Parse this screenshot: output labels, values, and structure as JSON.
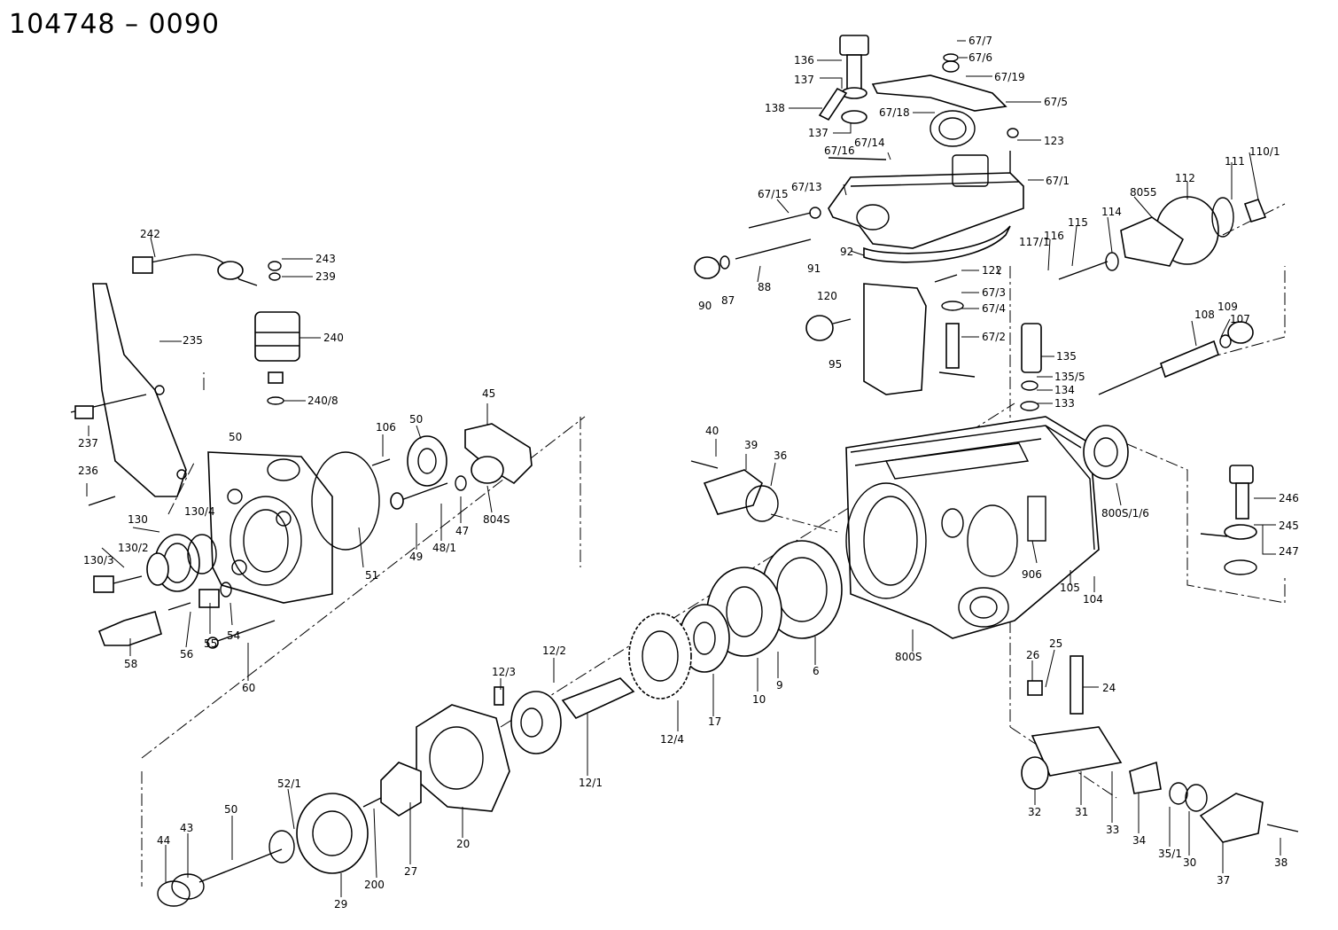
{
  "drawing_number": "104748 – 0090",
  "callouts": [
    {
      "id": "c-67-7",
      "text": "67/7"
    },
    {
      "id": "c-136",
      "text": "136"
    },
    {
      "id": "c-67-6",
      "text": "67/6"
    },
    {
      "id": "c-137a",
      "text": "137"
    },
    {
      "id": "c-67-19",
      "text": "67/19"
    },
    {
      "id": "c-67-5",
      "text": "67/5"
    },
    {
      "id": "c-138",
      "text": "138"
    },
    {
      "id": "c-67-18",
      "text": "67/18"
    },
    {
      "id": "c-137b",
      "text": "137"
    },
    {
      "id": "c-123",
      "text": "123"
    },
    {
      "id": "c-67-14",
      "text": "67/14"
    },
    {
      "id": "c-67-16",
      "text": "67/16"
    },
    {
      "id": "c-67-1",
      "text": "67/1"
    },
    {
      "id": "c-110-1",
      "text": "110/1"
    },
    {
      "id": "c-111",
      "text": "111"
    },
    {
      "id": "c-112",
      "text": "112"
    },
    {
      "id": "c-8055",
      "text": "8055"
    },
    {
      "id": "c-67-15",
      "text": "67/15"
    },
    {
      "id": "c-67-13",
      "text": "67/13"
    },
    {
      "id": "c-114",
      "text": "114"
    },
    {
      "id": "c-115",
      "text": "115"
    },
    {
      "id": "c-116",
      "text": "116"
    },
    {
      "id": "c-117-1",
      "text": "117/1"
    },
    {
      "id": "c-242",
      "text": "242"
    },
    {
      "id": "c-243",
      "text": "243"
    },
    {
      "id": "c-239",
      "text": "239"
    },
    {
      "id": "c-92",
      "text": "92"
    },
    {
      "id": "c-91",
      "text": "91"
    },
    {
      "id": "c-122",
      "text": "122"
    },
    {
      "id": "c-67-3",
      "text": "67/3"
    },
    {
      "id": "c-88",
      "text": "88"
    },
    {
      "id": "c-87",
      "text": "87"
    },
    {
      "id": "c-90",
      "text": "90"
    },
    {
      "id": "c-120",
      "text": "120"
    },
    {
      "id": "c-67-4",
      "text": "67/4"
    },
    {
      "id": "c-107",
      "text": "107"
    },
    {
      "id": "c-109",
      "text": "109"
    },
    {
      "id": "c-108",
      "text": "108"
    },
    {
      "id": "c-235",
      "text": "235"
    },
    {
      "id": "c-240",
      "text": "240"
    },
    {
      "id": "c-67-2",
      "text": "67/2"
    },
    {
      "id": "c-135",
      "text": "135"
    },
    {
      "id": "c-95",
      "text": "95"
    },
    {
      "id": "c-135-5",
      "text": "135/5"
    },
    {
      "id": "c-134",
      "text": "134"
    },
    {
      "id": "c-240-8",
      "text": "240/8"
    },
    {
      "id": "c-133",
      "text": "133"
    },
    {
      "id": "c-45",
      "text": "45"
    },
    {
      "id": "c-106",
      "text": "106"
    },
    {
      "id": "c-50a",
      "text": "50"
    },
    {
      "id": "c-50b",
      "text": "50"
    },
    {
      "id": "c-40",
      "text": "40"
    },
    {
      "id": "c-39",
      "text": "39"
    },
    {
      "id": "c-36",
      "text": "36"
    },
    {
      "id": "c-237",
      "text": "237"
    },
    {
      "id": "c-236",
      "text": "236"
    },
    {
      "id": "c-130",
      "text": "130"
    },
    {
      "id": "c-130-4",
      "text": "130/4"
    },
    {
      "id": "c-130-2",
      "text": "130/2"
    },
    {
      "id": "c-130-3",
      "text": "130/3"
    },
    {
      "id": "c-51",
      "text": "51"
    },
    {
      "id": "c-49",
      "text": "49"
    },
    {
      "id": "c-48-1",
      "text": "48/1"
    },
    {
      "id": "c-47",
      "text": "47"
    },
    {
      "id": "c-804s",
      "text": "804S"
    },
    {
      "id": "c-800s-1-6",
      "text": "800S/1/6"
    },
    {
      "id": "c-246",
      "text": "246"
    },
    {
      "id": "c-245",
      "text": "245"
    },
    {
      "id": "c-247",
      "text": "247"
    },
    {
      "id": "c-906",
      "text": "906"
    },
    {
      "id": "c-105",
      "text": "105"
    },
    {
      "id": "c-104",
      "text": "104"
    },
    {
      "id": "c-55",
      "text": "55"
    },
    {
      "id": "c-54",
      "text": "54"
    },
    {
      "id": "c-56",
      "text": "56"
    },
    {
      "id": "c-58",
      "text": "58"
    },
    {
      "id": "c-60",
      "text": "60"
    },
    {
      "id": "c-800s",
      "text": "800S"
    },
    {
      "id": "c-6",
      "text": "6"
    },
    {
      "id": "c-9",
      "text": "9"
    },
    {
      "id": "c-10",
      "text": "10"
    },
    {
      "id": "c-17",
      "text": "17"
    },
    {
      "id": "c-12-2",
      "text": "12/2"
    },
    {
      "id": "c-12-3",
      "text": "12/3"
    },
    {
      "id": "c-12-4",
      "text": "12/4"
    },
    {
      "id": "c-12-1",
      "text": "12/1"
    },
    {
      "id": "c-26",
      "text": "26"
    },
    {
      "id": "c-25",
      "text": "25"
    },
    {
      "id": "c-24",
      "text": "24"
    },
    {
      "id": "c-52-1",
      "text": "52/1"
    },
    {
      "id": "c-50c",
      "text": "50"
    },
    {
      "id": "c-43",
      "text": "43"
    },
    {
      "id": "c-44",
      "text": "44"
    },
    {
      "id": "c-29",
      "text": "29"
    },
    {
      "id": "c-200",
      "text": "200"
    },
    {
      "id": "c-27",
      "text": "27"
    },
    {
      "id": "c-20",
      "text": "20"
    },
    {
      "id": "c-32",
      "text": "32"
    },
    {
      "id": "c-31",
      "text": "31"
    },
    {
      "id": "c-33",
      "text": "33"
    },
    {
      "id": "c-34",
      "text": "34"
    },
    {
      "id": "c-35-1",
      "text": "35/1"
    },
    {
      "id": "c-30",
      "text": "30"
    },
    {
      "id": "c-37",
      "text": "37"
    },
    {
      "id": "c-38",
      "text": "38"
    }
  ]
}
